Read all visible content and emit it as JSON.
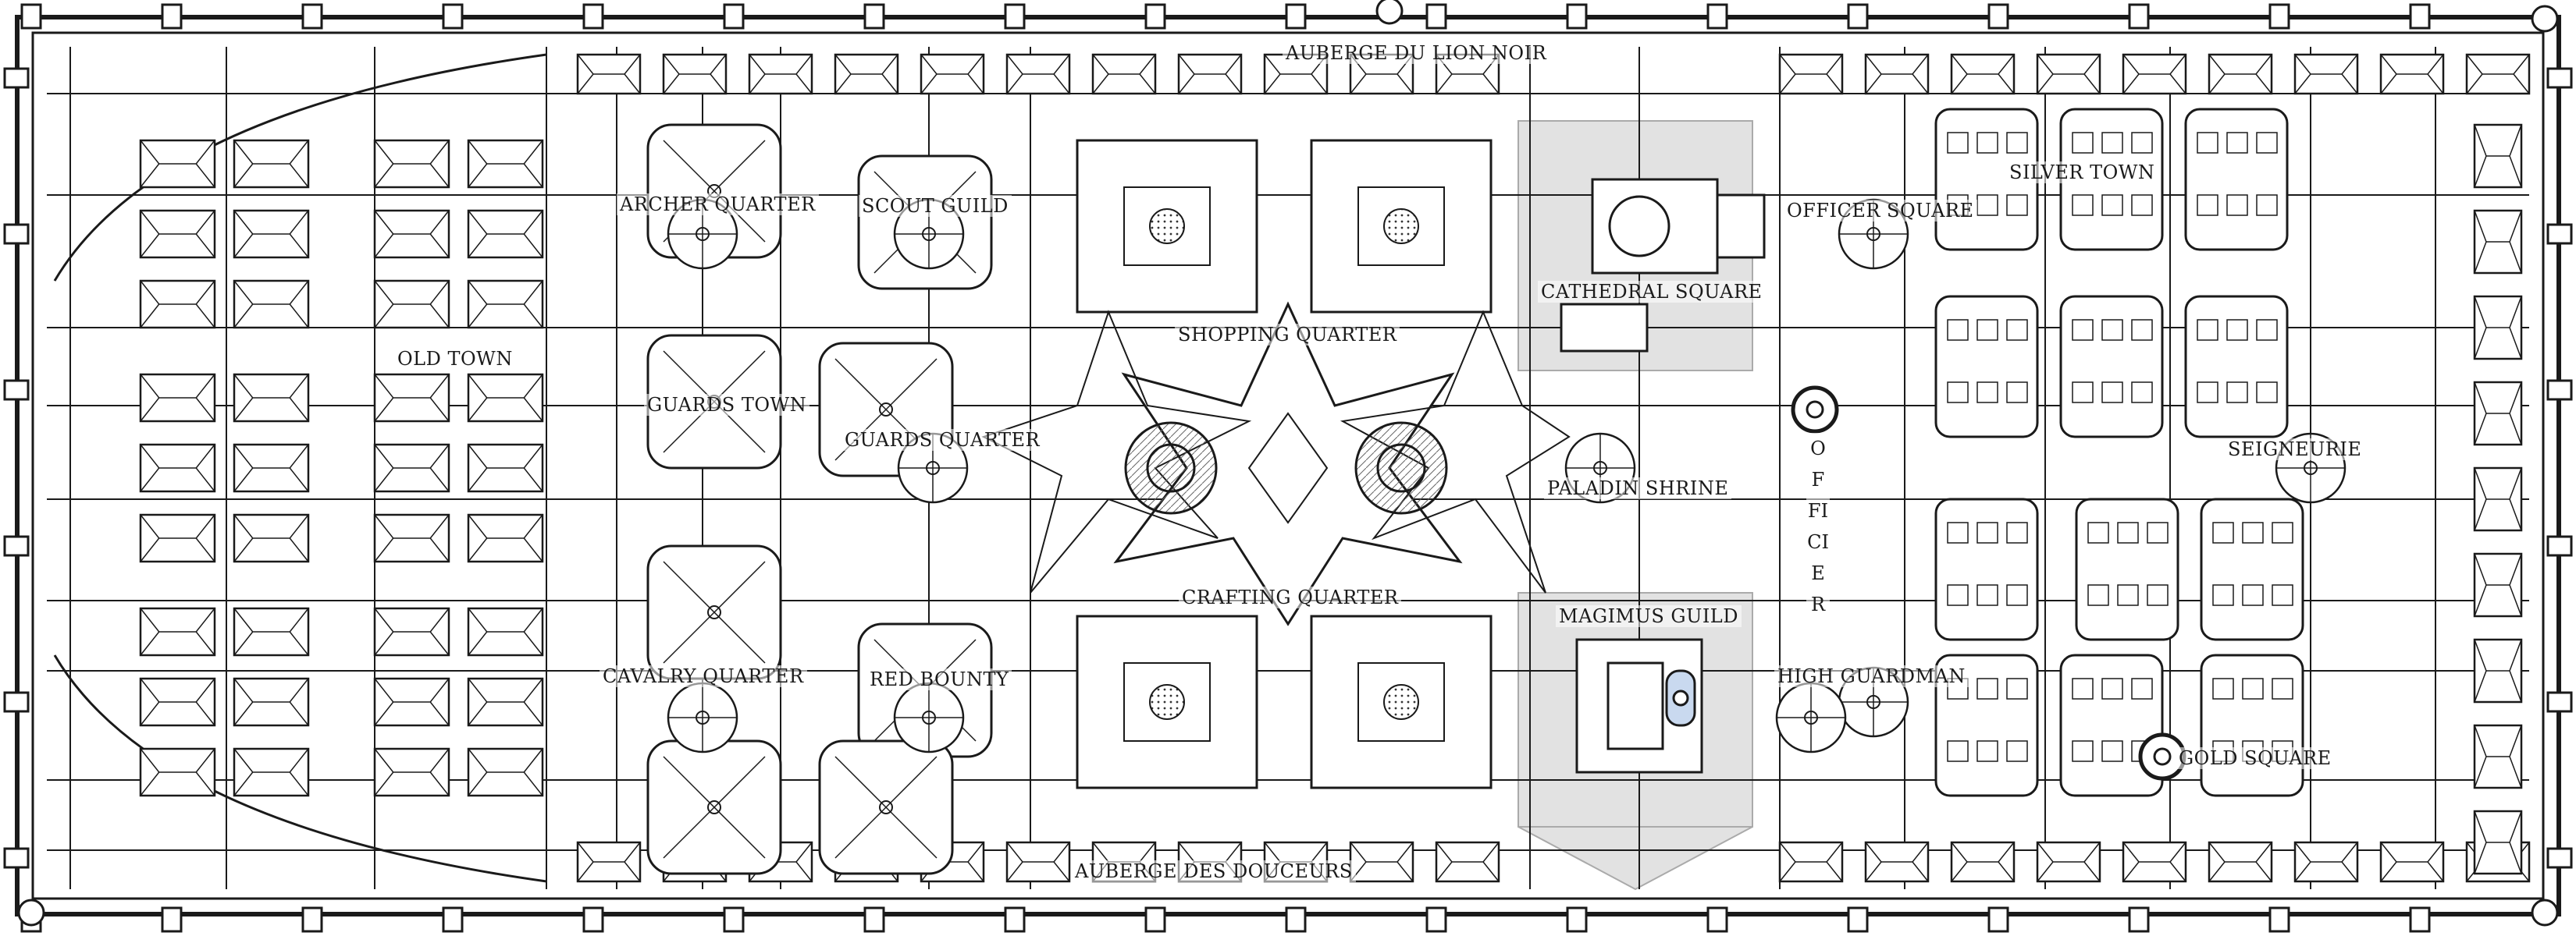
{
  "map": {
    "labels": {
      "auberge_lion_noir": "AUBERGE DU LION NOIR",
      "archer_quarter": "ARCHER QUARTER",
      "scout_guild": "SCOUT GUILD",
      "officer_square": "OFFICER SQUARE",
      "silver_town": "SILVER  TOWN",
      "cathedral_square": "CATHEDRAL SQUARE",
      "shopping_quarter": "SHOPPING QUARTER",
      "old_town": "OLD TOWN",
      "guards_town": "GUARDS TOWN",
      "guards_quarter": "GUARDS QUARTER",
      "seigneurie": "SEIGNEURIE",
      "paladin_shrine": "PALADIN SHRINE",
      "officier": "OFFICIER",
      "crafting_quarter": "CRAFTING QUARTER",
      "magimus_guild": "MAGIMUS GUILD",
      "cavalry_quarter": "CAVALRY QUARTER",
      "red_bounty": "RED BOUNTY",
      "high_guardman": "HIGH GUARDMAN",
      "gold_square": "GOLD SQUARE",
      "auberge_douceurs": "AUBERGE DES DOUCEURS"
    },
    "colors": {
      "ink": "#1a1a1a",
      "paper": "#ffffff",
      "plaza_gray": "#e2e2e2",
      "water_blue": "#c9d9ef"
    }
  }
}
